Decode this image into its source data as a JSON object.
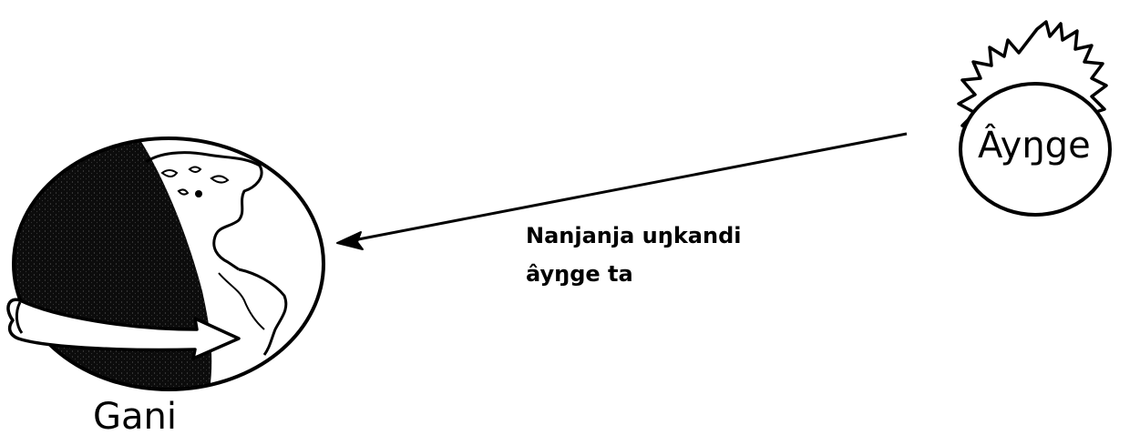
{
  "earth": {
    "label": "Gani",
    "icon": "earth-globe-icon"
  },
  "sun": {
    "label": "Âyŋge",
    "icon": "sun-icon"
  },
  "ray": {
    "label_line_1": "Nanjanja uŋkandi",
    "label_line_2": "âyŋge ta"
  },
  "colors": {
    "ink": "#000000",
    "background": "#ffffff"
  }
}
